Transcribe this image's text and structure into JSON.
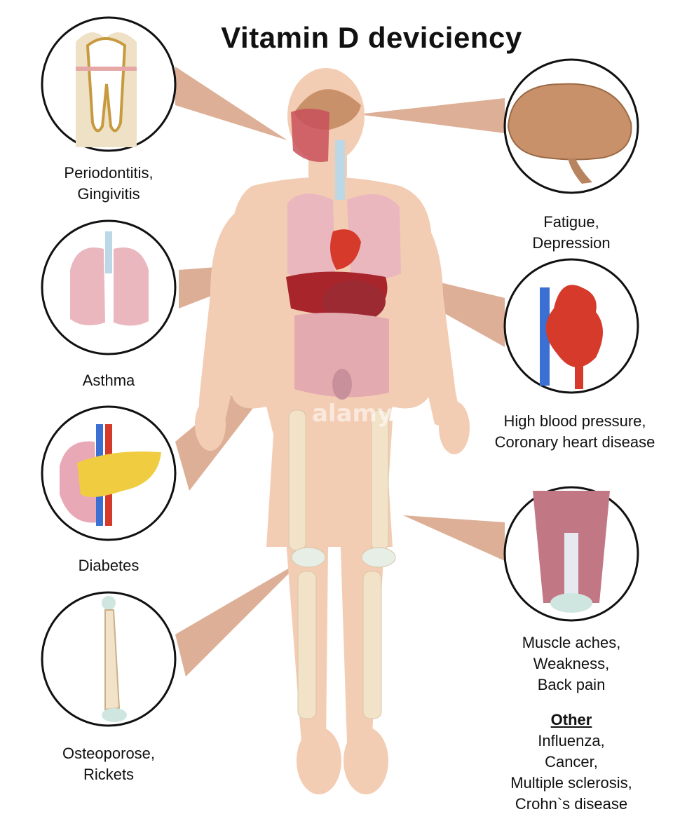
{
  "title": "Vitamin D deviciency",
  "callouts": {
    "teeth": {
      "icon": "tooth-icon",
      "lines": [
        "Periodontitis,",
        "Gingivitis"
      ]
    },
    "lungs": {
      "icon": "lungs-icon",
      "lines": [
        "Asthma"
      ]
    },
    "pancreas": {
      "icon": "pancreas-icon",
      "lines": [
        "Diabetes"
      ]
    },
    "bone": {
      "icon": "bone-icon",
      "lines": [
        "Osteoporose,",
        "Rickets"
      ]
    },
    "brain": {
      "icon": "brain-icon",
      "lines": [
        "Fatigue,",
        "Depression"
      ]
    },
    "heart": {
      "icon": "heart-icon",
      "lines": [
        "High blood pressure,",
        "Coronary heart disease"
      ]
    },
    "muscle": {
      "icon": "muscle-icon",
      "lines": [
        "Muscle aches,",
        "Weakness,",
        "Back pain"
      ]
    }
  },
  "other": {
    "heading": "Other",
    "items": [
      "Influenza,",
      "Cancer,",
      "Multiple sclerosis,",
      "Crohn`s disease"
    ]
  },
  "watermark": "alamy",
  "colors": {
    "skin": "#f3cdb3",
    "pointer": "#d9a68b",
    "circle_border": "#111111",
    "organ_red": "#a8252c",
    "lung_pink": "#eab7bf",
    "bone": "#f1e2c8"
  }
}
